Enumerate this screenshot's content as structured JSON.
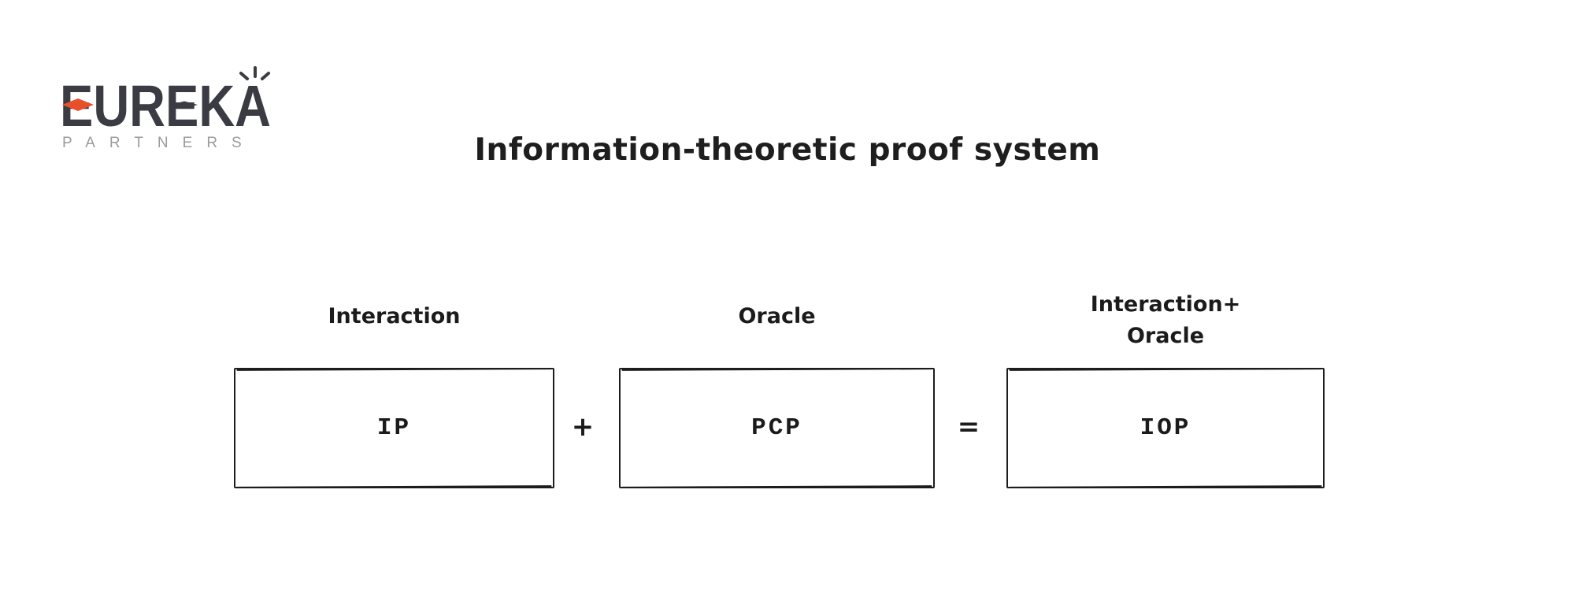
{
  "logo": {
    "text": "EUREKA",
    "subtext": "PARTNERS",
    "colors": {
      "wordmark": "#3b3b43",
      "diamond_orange": "#e8502a",
      "diamond_dark": "#3b3b43",
      "subtext_gray": "#9b9b9b"
    }
  },
  "title": "Information-theoretic proof system",
  "diagram": {
    "boxes": [
      {
        "label_lines": [
          "Interaction"
        ],
        "acronym": "IP"
      },
      {
        "label_lines": [
          "Oracle"
        ],
        "acronym": "PCP"
      },
      {
        "label_lines": [
          "Interaction+",
          "Oracle"
        ],
        "acronym": "IOP"
      }
    ],
    "operators": [
      {
        "symbol": "+"
      },
      {
        "symbol": "="
      }
    ]
  },
  "colors": {
    "background": "#ffffff",
    "ink": "#1d1d1d"
  }
}
